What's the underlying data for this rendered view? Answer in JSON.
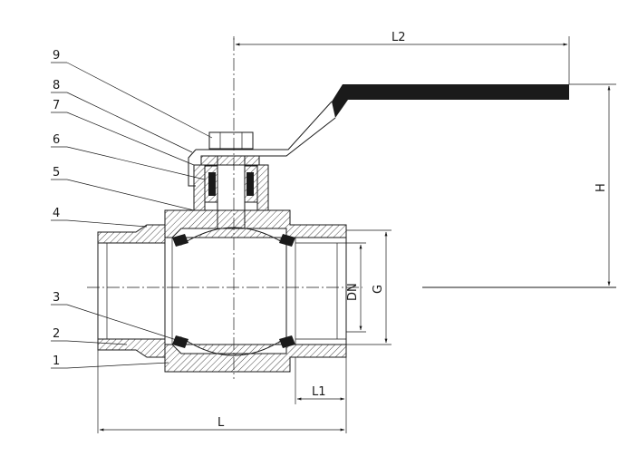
{
  "part_numbers": [
    "1",
    "2",
    "3",
    "4",
    "5",
    "6",
    "7",
    "8",
    "9"
  ],
  "dimensions": {
    "l2": "L2",
    "h": "H",
    "dn": "DN",
    "g": "G",
    "l1": "L1",
    "l": "L"
  },
  "colors": {
    "line": "#1a1a1a",
    "handle": "#000000",
    "background": "#ffffff"
  }
}
